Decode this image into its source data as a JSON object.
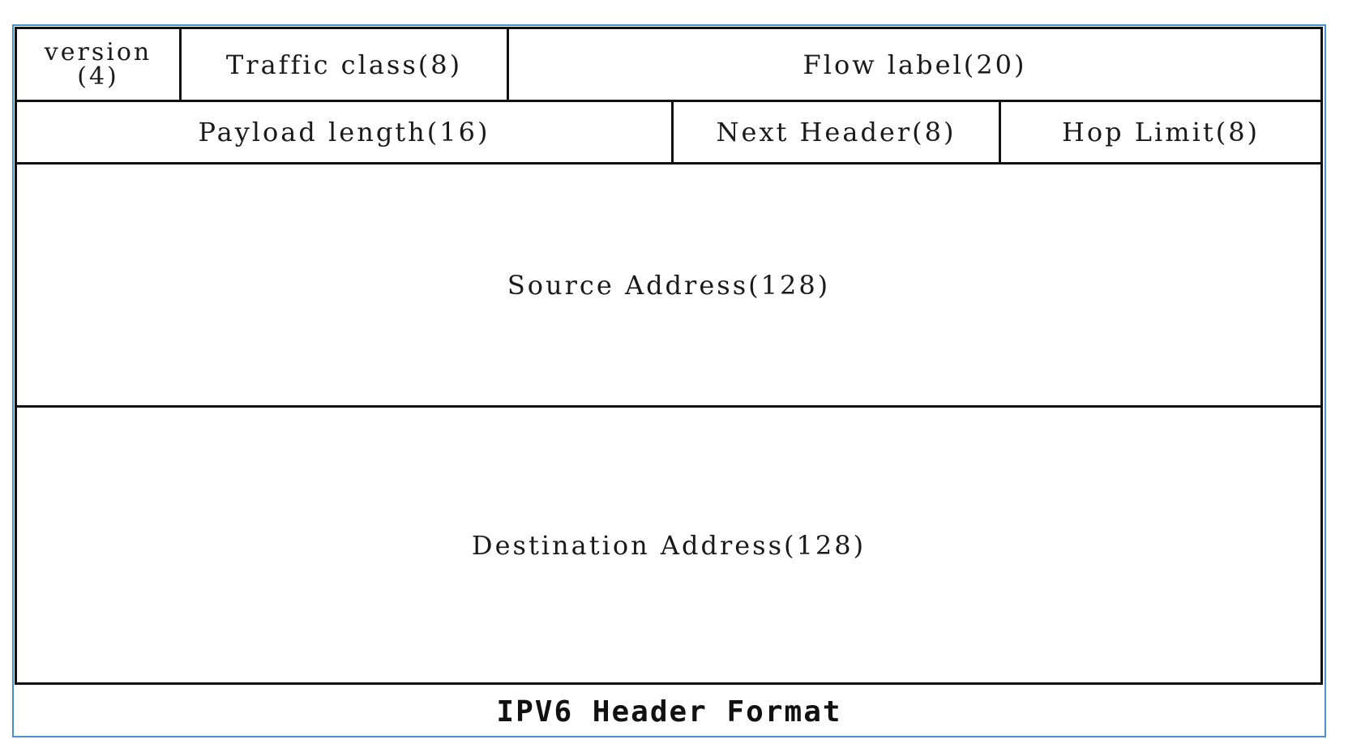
{
  "diagram": {
    "rows": [
      {
        "fields": [
          {
            "label_line1": "version",
            "label_line2": "(4)"
          },
          {
            "label": "Traffic class(8)"
          },
          {
            "label": "Flow label(20)"
          }
        ]
      },
      {
        "fields": [
          {
            "label": "Payload length(16)"
          },
          {
            "label": "Next Header(8)"
          },
          {
            "label": "Hop Limit(8)"
          }
        ]
      },
      {
        "fields": [
          {
            "label": "Source Address(128)"
          }
        ]
      },
      {
        "fields": [
          {
            "label": "Destination Address(128)"
          }
        ]
      }
    ],
    "caption": "IPV6 Header Format"
  },
  "colors": {
    "frame_border": "#4a8fd0",
    "cell_border": "#111111",
    "text": "#1a1a1a"
  }
}
